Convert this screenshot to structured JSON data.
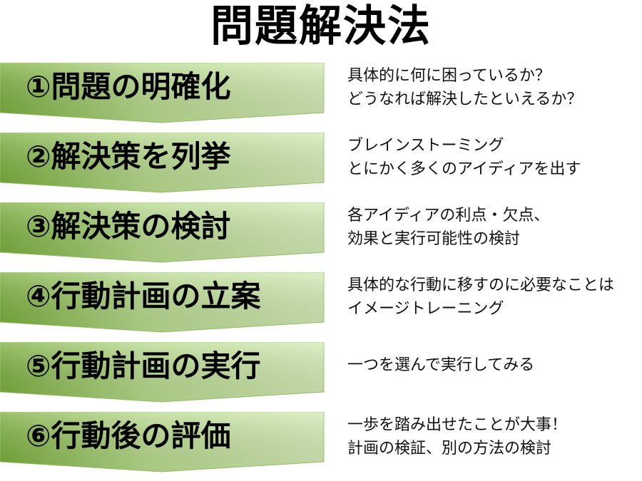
{
  "title": "問題解決法",
  "colors": {
    "arrow_light": "#d4ebb6",
    "arrow_dark": "#7aae3b",
    "text": "#000000"
  },
  "steps": [
    {
      "label": "①問題の明確化",
      "desc": [
        "具体的に何に困っているか？",
        "どうなれば解決したといえるか？"
      ]
    },
    {
      "label": "②解決策を列挙",
      "desc": [
        "ブレインストーミング",
        "とにかく多くのアイディアを出す"
      ]
    },
    {
      "label": "③解決策の検討",
      "desc": [
        "各アイディアの利点・欠点、",
        "効果と実行可能性の検討"
      ]
    },
    {
      "label": "④行動計画の立案",
      "desc": [
        "具体的な行動に移すのに必要なことは",
        "イメージトレーニング"
      ]
    },
    {
      "label": "⑤行動計画の実行",
      "desc": [
        "一つを選んで実行してみる",
        ""
      ]
    },
    {
      "label": "⑥行動後の評価",
      "desc": [
        "一歩を踏み出せたことが大事！",
        "計画の検証、別の方法の検討"
      ]
    }
  ]
}
